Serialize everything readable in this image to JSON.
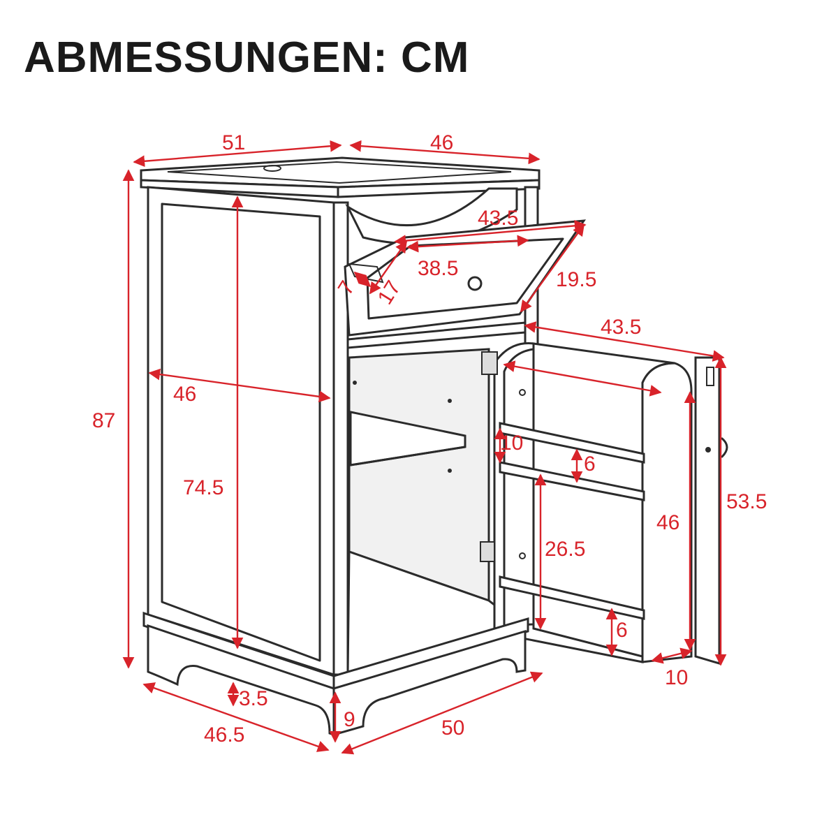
{
  "title": "ABMESSUNGEN: CM",
  "accent_color": "#d8232a",
  "line_color": "#2b2b2b",
  "dimensions": {
    "top_width": "51",
    "top_depth": "46",
    "total_height": "87",
    "drawer_outer_width": "43.5",
    "drawer_inner_width": "38.5",
    "drawer_height": "19.5",
    "drawer_depth": "17",
    "drawer_small": "7",
    "side_depth": "46",
    "side_height": "74.5",
    "door_width": "43.5",
    "rail_gap": "10",
    "rail_height": "6",
    "door_inner_height": "46",
    "door_total_height": "53.5",
    "lower_rail_height": "26.5",
    "bottom_rail": "6",
    "door_thickness": "10",
    "plinth_arch": "3.5",
    "plinth_height": "9",
    "base_depth": "46.5",
    "base_width": "50"
  }
}
